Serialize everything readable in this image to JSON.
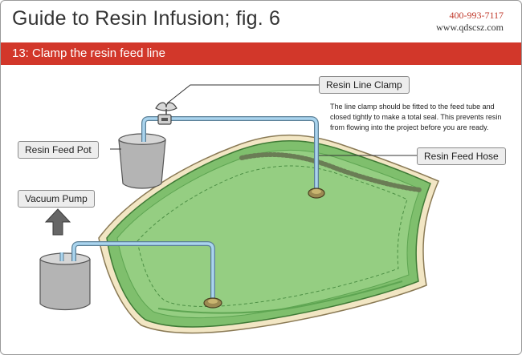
{
  "header": {
    "title": "Guide to Resin Infusion; fig. 6",
    "phone": "400-993-7117",
    "website": "www.qdscsz.com"
  },
  "banner": {
    "step": "13: Clamp the resin feed line",
    "color": "#d2372a"
  },
  "labels": {
    "resin_line_clamp": "Resin Line Clamp",
    "resin_feed_pot": "Resin Feed Pot",
    "resin_feed_hose": "Resin Feed Hose",
    "vacuum_pump": "Vacuum Pump"
  },
  "note": "The line clamp should be fitted to the feed tube and closed tightly to make a total seal. This prevents resin from flowing into the project before you are ready.",
  "colors": {
    "mould_green": "#8cc87a",
    "bag_edge": "#5ea552",
    "flange": "#f2e6c4",
    "tube": "#a9d4ee",
    "container": "#b4b4b4"
  }
}
